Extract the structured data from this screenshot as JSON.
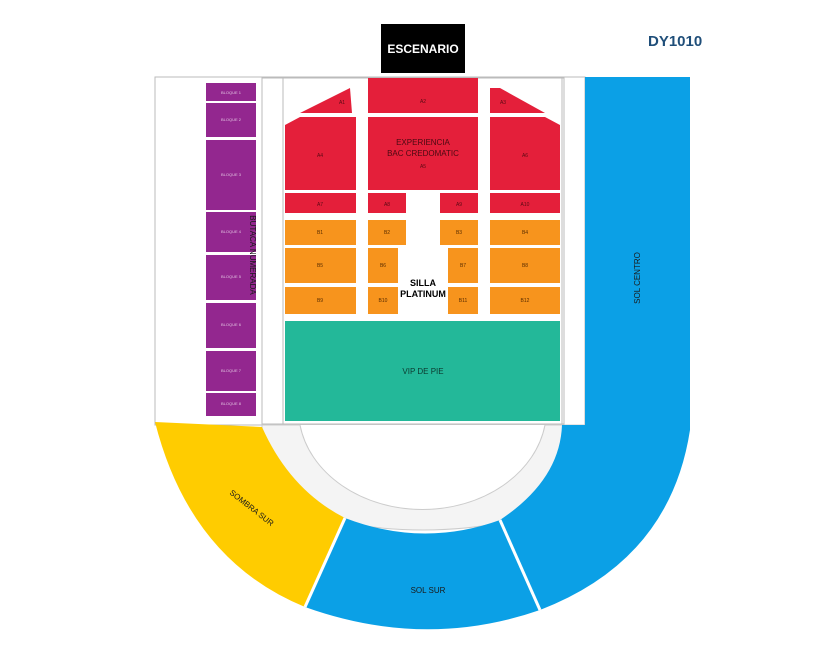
{
  "event_code": "DY1010",
  "stage_label": "ESCENARIO",
  "colors": {
    "red": "#e41f3a",
    "orange": "#f7941d",
    "green": "#23b899",
    "purple": "#93278f",
    "blue": "#0ba0e6",
    "yellow": "#ffcc00",
    "stage": "#000000",
    "code": "#1f4e79"
  },
  "sections": {
    "platea": {
      "a1": "A1",
      "a2": "A2",
      "a3": "A3",
      "a4": "A4",
      "a6": "A6",
      "a7": "A7",
      "a8": "A8",
      "a9": "A9",
      "a10": "A10",
      "experiencia_line1": "EXPERIENCIA",
      "experiencia_line2": "BAC CREDOMATIC",
      "experiencia_code": "A5"
    },
    "platinum": {
      "b1": "B1",
      "b2": "B2",
      "b3": "B3",
      "b4": "B4",
      "b5": "B5",
      "b6": "B6",
      "b7": "B7",
      "b8": "B8",
      "b9": "B9",
      "b10": "B10",
      "b11": "B11",
      "b12": "B12",
      "label_line1": "SILLA",
      "label_line2": "PLATINUM"
    },
    "vip": "VIP DE PIE",
    "butaca": {
      "label": "BUTACA NUMERADA",
      "bloques": [
        "BLOQUE 1",
        "BLOQUE 2",
        "BLOQUE 3",
        "BLOQUE 4",
        "BLOQUE 5",
        "BLOQUE 6",
        "BLOQUE 7",
        "BLOQUE 8"
      ]
    },
    "sol_centro": "SOL CENTRO",
    "sol_sur": "SOL SUR",
    "sombra_sur": "SOMBRA SUR"
  }
}
